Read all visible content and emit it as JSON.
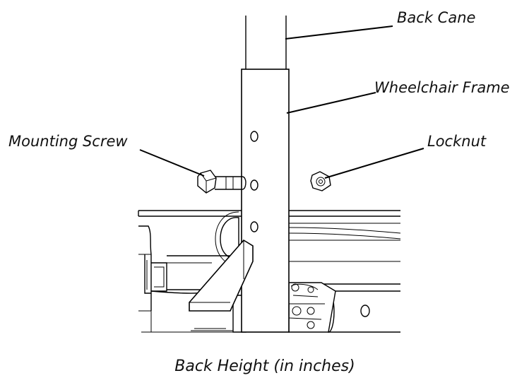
{
  "labels": {
    "back_cane": "Back Cane",
    "wheelchair_frame": "Wheelchair Frame",
    "mounting_screw": "Mounting Screw",
    "locknut": "Locknut"
  },
  "caption": "Back Height (in inches)"
}
